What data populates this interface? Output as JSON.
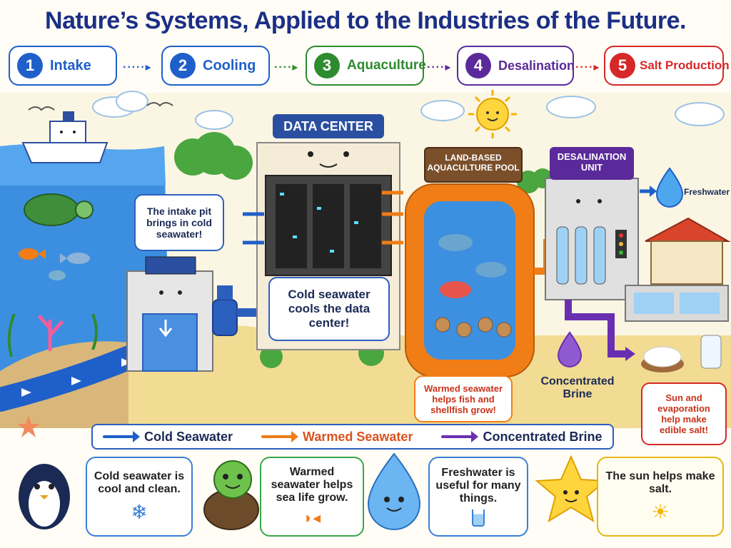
{
  "title": "Nature’s Systems, Applied to the Industries of the Future.",
  "steps": [
    {
      "num": "1",
      "label": "Intake",
      "color": "#1f5fc9"
    },
    {
      "num": "2",
      "label": "Cooling",
      "color": "#1f5fc9"
    },
    {
      "num": "3",
      "label": "Aquaculture",
      "color": "#2e8b2e"
    },
    {
      "num": "4",
      "label": "Desalination",
      "color": "#5b2a9a"
    },
    {
      "num": "5",
      "label": "Salt Production",
      "color": "#d62828"
    }
  ],
  "signs": {
    "data_center": "DATA CENTER",
    "aquaculture_line1": "LAND-BASED",
    "aquaculture_line2": "AQUACULTURE POOL",
    "desal_line1": "DESALINATION",
    "desal_line2": "UNIT"
  },
  "bubbles": {
    "intake": "The intake pit brings in cold seawater!",
    "cooling": "Cold seawater cools the data center!",
    "aquaculture": "Warmed seawater helps fish and shellfish grow!",
    "salt": "Sun and evaporation help make edible salt!"
  },
  "labels": {
    "freshwater": "Freshwater",
    "brine_line1": "Concentrated",
    "brine_line2": "Brine"
  },
  "legend": [
    {
      "label": "Cold Seawater",
      "color": "#1f5fc9"
    },
    {
      "label": "Warmed Seawater",
      "color": "#f07d16"
    },
    {
      "label": "Concentrated Brine",
      "color": "#6a2fb0"
    }
  ],
  "cards": [
    {
      "text": "Cold seawater is cool and clean.",
      "icon": "snowflake-icon",
      "color": "#3a7fd8"
    },
    {
      "text": "Warmed seawater helps sea life grow.",
      "icon": "fish-icon",
      "color": "#3aa64a"
    },
    {
      "text": "Freshwater is useful for many things.",
      "icon": "water-glass-icon",
      "color": "#3a7fd8"
    },
    {
      "text": "The sun helps make salt.",
      "icon": "sun-icon",
      "color": "#e7b515"
    }
  ]
}
